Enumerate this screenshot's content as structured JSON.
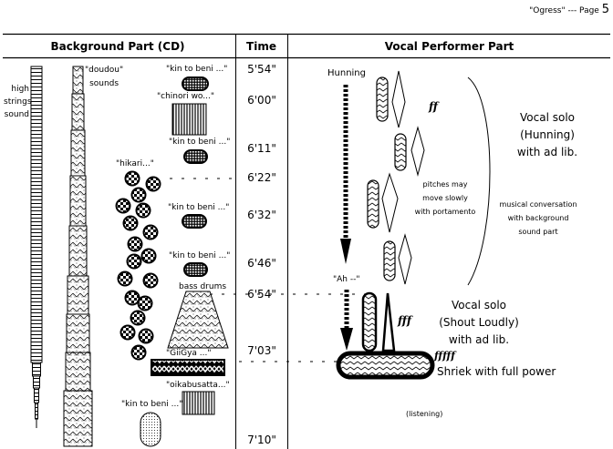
{
  "page": {
    "label": "\"Ogress\"  --- Page",
    "number": "5"
  },
  "headers": {
    "background": "Background Part (CD)",
    "time": "Time",
    "vocal": "Vocal Performer Part"
  },
  "times": [
    "5'54\"",
    "6'00\"",
    "6'11\"",
    "6'22\"",
    "6'32\"",
    "6'46\"",
    "6'54\"",
    "7'03\"",
    "7'10\""
  ],
  "background": {
    "high_strings": [
      "high",
      "strings",
      "sound"
    ],
    "doudou": [
      "\"doudou\"",
      "sounds"
    ],
    "kin_to_beni_1": "\"kin to beni ...\"",
    "chinori_wo": "\"chinori wo...\"",
    "kin_to_beni_2": "\"kin to beni ...\"",
    "hikari": "\"hikari...\"",
    "kin_to_beni_3": "\"kin to beni ...\"",
    "kin_to_beni_4": "\"kin to beni ...\"",
    "bass_drums": "bass drums",
    "gii_gya": "\"GiiGya ...\"",
    "oikabusatta": "\"oikabusatta...\"",
    "kin_to_beni_5": "\"kin to beni ...\""
  },
  "vocal": {
    "hunning": "Hunning",
    "ff": "ff",
    "solo1": [
      "Vocal solo",
      "(Hunning)",
      "with ad lib."
    ],
    "pitches": [
      "pitches may",
      "move slowly",
      "with portamento"
    ],
    "conversation": [
      "musical conversation",
      "with background",
      "sound part"
    ],
    "ah": "\"Ah --\"",
    "fff": "fff",
    "solo2": [
      "Vocal solo",
      "(Shout Loudly)",
      "with ad lib."
    ],
    "fffff": "fffff",
    "shriek": "Shriek with full power",
    "listening": "(listening)"
  }
}
